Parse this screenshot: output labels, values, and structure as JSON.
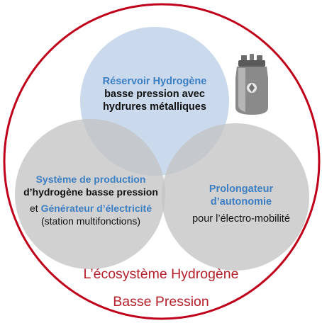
{
  "top_circle": {
    "title": "Réservoir Hydrogène",
    "line2": "basse pression avec",
    "line3": "hydrures métalliques"
  },
  "left_circle": {
    "title": "Système de production",
    "line2": "d’hydrogène basse pression",
    "line3_prefix": "et ",
    "line3_highlight": "Générateur d’électricité",
    "line4": "(station multifonctions)"
  },
  "right_circle": {
    "title_line1": "Prolongateur",
    "title_line2": "d’autonomie",
    "line3": "pour l’électro-mobilité"
  },
  "ecosystem": {
    "line1": "L’écosystème Hydrogène",
    "line2": "Basse Pression"
  },
  "colors": {
    "outer_ring": "#c0001b",
    "top_circle_fill": "#c6d6ea",
    "bottom_circles_fill": "#c4c4c4",
    "blue_text": "#3d7fc3",
    "red_text": "#b3202a"
  },
  "icons": {
    "tank": "hydrogen-tank-icon"
  }
}
